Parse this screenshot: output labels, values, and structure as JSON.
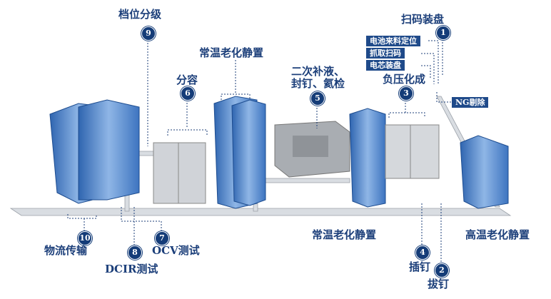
{
  "stations": {
    "grading": {
      "num": "9",
      "label": "档位分级"
    },
    "aging_top": {
      "label": "常温老化静置"
    },
    "capacity": {
      "num": "6",
      "label": "分容"
    },
    "refill": {
      "num": "5",
      "label_line1": "二次补液、",
      "label_line2": "封钉、氦检"
    },
    "scan_tray": {
      "num": "1",
      "label": "扫码装盘"
    },
    "formation": {
      "num": "3",
      "label": "负压化成"
    },
    "logistics": {
      "num": "10",
      "label": "物流传输"
    },
    "ocv": {
      "num": "7",
      "label": "OCV测试"
    },
    "dcir": {
      "num": "8",
      "label": "DCIR测试"
    },
    "aging_bottom": {
      "label": "常温老化静置"
    },
    "pin_insert": {
      "num": "4",
      "label": "插钉"
    },
    "pin_remove": {
      "num": "2",
      "label": "拔钉"
    },
    "high_temp_aging": {
      "label": "高温老化静置"
    }
  },
  "callouts": {
    "positioning": "电池来料定位",
    "grab_scan": "抓取扫码",
    "cell_tray": "电芯装盘",
    "ng_reject": "NG剔除"
  },
  "colors": {
    "accent": "#143c78",
    "rack": "#5b8fd0",
    "machine": "#b8bcc2"
  }
}
